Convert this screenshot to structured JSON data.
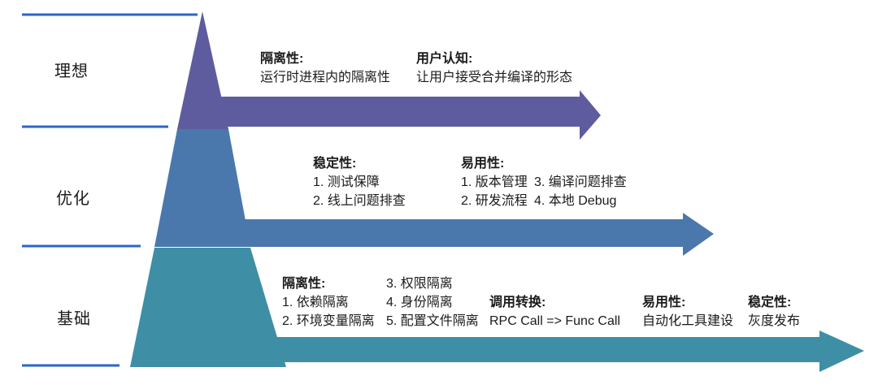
{
  "colors": {
    "tier_ideal": "#5E5C9E",
    "tier_optimize": "#4A78AC",
    "tier_foundation": "#3E8EA6",
    "level_line": "#2B66C9",
    "text": "#1B1B1B"
  },
  "pyramid": {
    "levels": [
      {
        "label": "理想"
      },
      {
        "label": "优化"
      },
      {
        "label": "基础"
      }
    ]
  },
  "annotations": {
    "ideal": {
      "isolation": {
        "heading": "隔离性:",
        "body": "运行时进程内的隔离性"
      },
      "user_cognition": {
        "heading": "用户认知:",
        "body": "让用户接受合并编译的形态"
      }
    },
    "optimize": {
      "stability": {
        "heading": "稳定性:",
        "items": [
          "1. 测试保障",
          "2. 线上问题排查"
        ]
      },
      "usability": {
        "heading": "易用性:",
        "rows": [
          [
            "1. 版本管理",
            "3. 编译问题排查"
          ],
          [
            "2. 研发流程",
            "4. 本地 Debug"
          ]
        ]
      }
    },
    "foundation": {
      "isolation": {
        "heading": "隔离性:",
        "col1": [
          "1. 依赖隔离",
          "2. 环境变量隔离"
        ],
        "col2": [
          "3. 权限隔离",
          "4. 身份隔离",
          "5. 配置文件隔离"
        ]
      },
      "call_conversion": {
        "heading": "调用转换:",
        "body": "RPC Call => Func Call"
      },
      "usability": {
        "heading": "易用性:",
        "body": "自动化工具建设"
      },
      "stability": {
        "heading": "稳定性:",
        "body": "灰度发布"
      }
    }
  }
}
